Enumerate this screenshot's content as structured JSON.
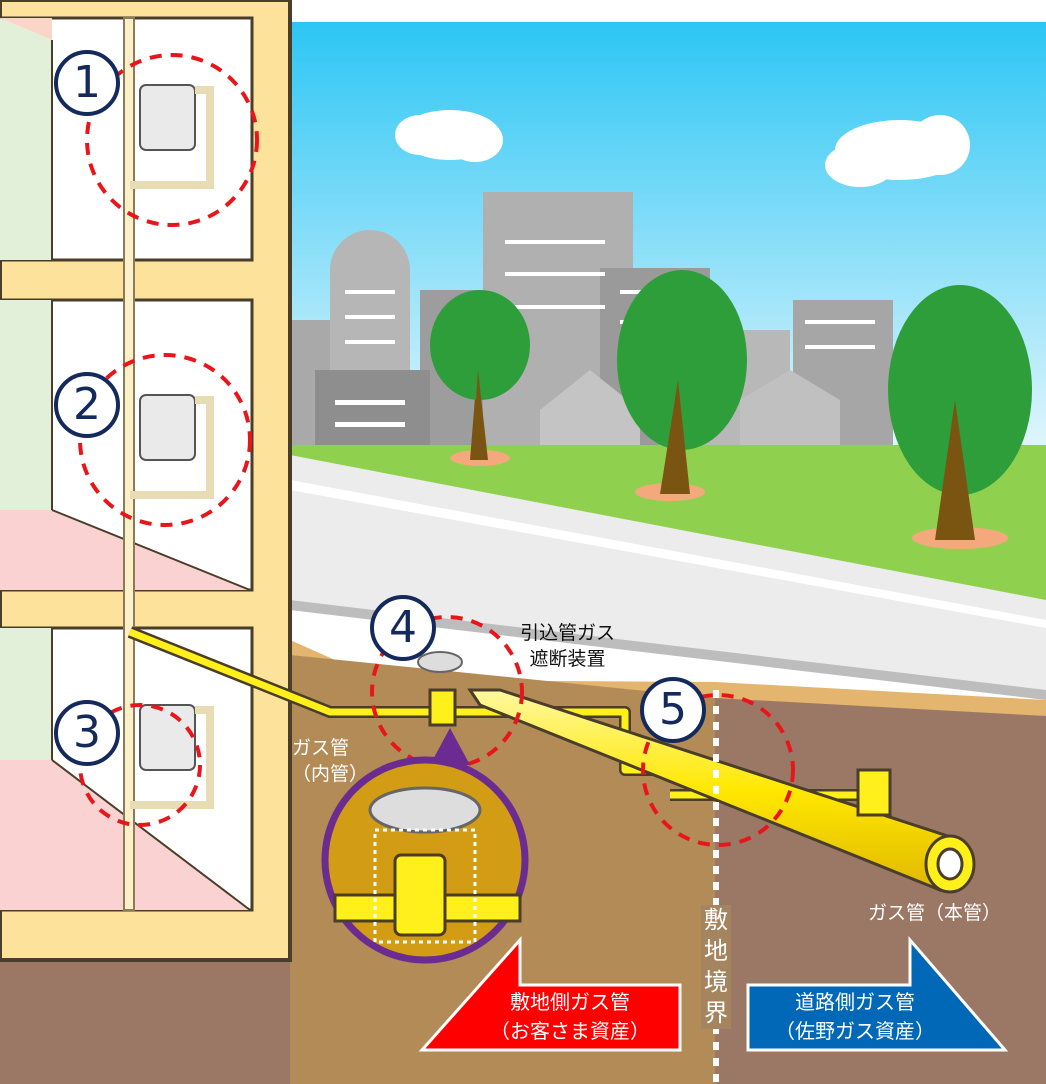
{
  "markers": [
    "1",
    "2",
    "3",
    "4",
    "5"
  ],
  "labels": {
    "shutoff_line1": "引込管ガス",
    "shutoff_line2": "遮断装置",
    "inner_pipe_line1": "ガス管",
    "inner_pipe_line2": "（内管）",
    "main_pipe": "ガス管（本管）",
    "boundary": [
      "敷",
      "地",
      "境",
      "界"
    ]
  },
  "arrows": {
    "left": {
      "line1": "敷地側ガス管",
      "line2": "（お客さま資産）",
      "color": "#ff0000"
    },
    "right": {
      "line1": "道路側ガス管",
      "line2": "（佐野ガス資産）",
      "color": "#0068b7"
    }
  },
  "colors": {
    "pipe": "#ffef1a",
    "marker_border": "#142a5c",
    "dashed_circle": "#e8161b",
    "zoom_ring": "#6a2c91"
  }
}
